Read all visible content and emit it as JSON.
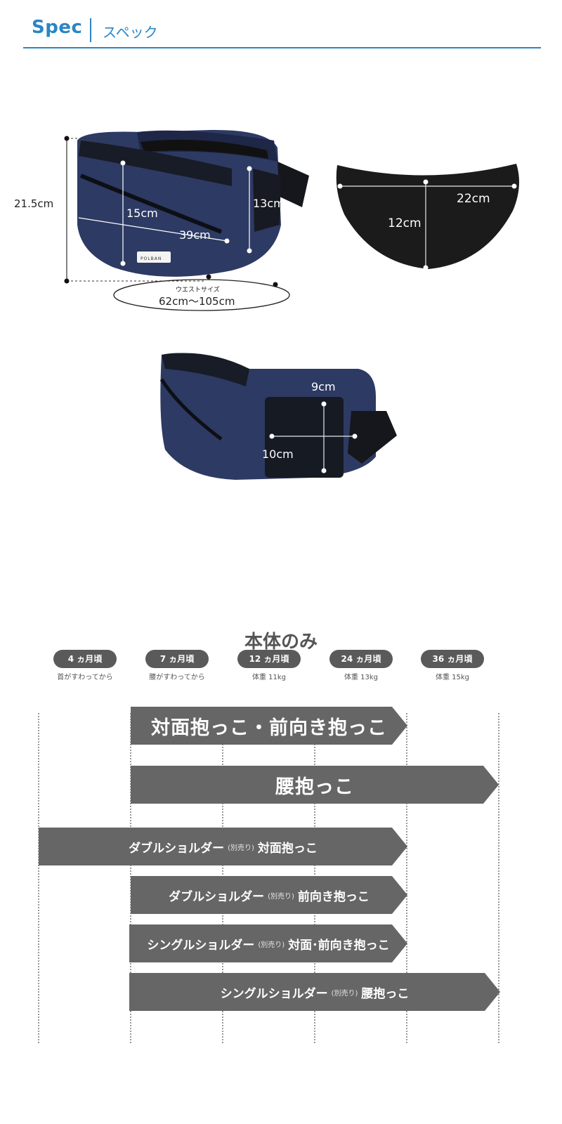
{
  "header": {
    "title_en": "Spec",
    "title_jp": "スペック"
  },
  "product_main": {
    "brand": "POLBAN",
    "height": "21.5cm",
    "pocket_height": "15cm",
    "side_height": "13cm",
    "pocket_width": "39cm",
    "waist_label": "ウエストサイズ",
    "waist_value": "62cm〜105cm"
  },
  "seat_pad": {
    "width": "22cm",
    "height": "12cm"
  },
  "side_pocket": {
    "width": "9cm",
    "height": "10cm"
  },
  "usage": {
    "title": "本体のみ",
    "ages": [
      {
        "label": "4 ヵ月頃",
        "sub": "首がすわってから"
      },
      {
        "label": "7 ヵ月頃",
        "sub": "腰がすわってから"
      },
      {
        "label": "12 ヵ月頃",
        "sub": "体重 11kg"
      },
      {
        "label": "24 ヵ月頃",
        "sub": "体重 13kg"
      },
      {
        "label": "36 ヵ月頃",
        "sub": "体重 15kg"
      }
    ],
    "bars": [
      {
        "text": "対面抱っこ・前向き抱っこ"
      },
      {
        "text": "腰抱っこ"
      },
      {
        "pre": "ダブルショルダー",
        "note": "(別売り)",
        "post": "対面抱っこ"
      },
      {
        "pre": "ダブルショルダー",
        "note": "(別売り)",
        "post": "前向き抱っこ"
      },
      {
        "pre": "シングルショルダー",
        "note": "(別売り)",
        "post": "対面･前向き抱っこ"
      },
      {
        "pre": "シングルショルダー",
        "note": "(別売り)",
        "post": "腰抱っこ"
      }
    ]
  }
}
